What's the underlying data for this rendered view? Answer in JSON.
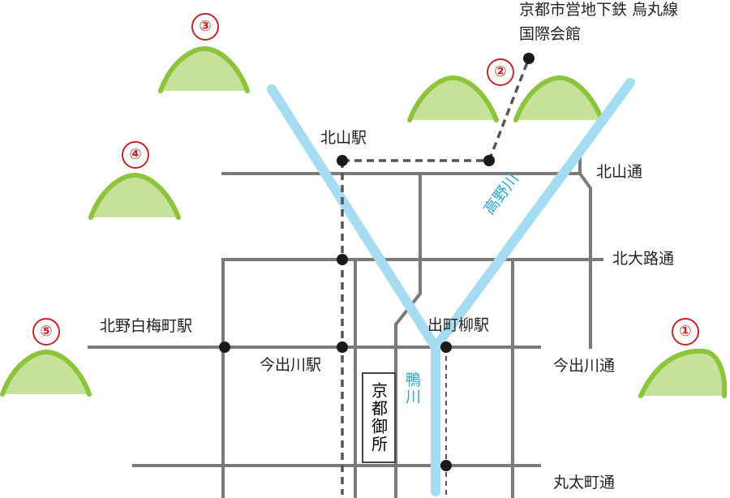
{
  "colors": {
    "road": "#7a7a7a",
    "river": "#a6dcf2",
    "mountain_fill": "#c6e29a",
    "mountain_stroke": "#8cc43c",
    "station": "#1a1a1a",
    "subway_line": "#555555",
    "badge": "#c0262c",
    "river_text": "#2aa7cf"
  },
  "landmark": {
    "line1": "京都市営地下鉄 烏丸線",
    "line2": "国際会館"
  },
  "stations": {
    "kitayama": "北山駅",
    "demachiyanagi": "出町柳駅",
    "imadegawa": "今出川駅",
    "kitanohakubaicho": "北野白梅町駅"
  },
  "streets": {
    "kitayama_dori": "北山通",
    "kitaoji_dori": "北大路通",
    "imadegawa_dori": "今出川通",
    "marutamachi_dori": "丸太町通"
  },
  "rivers": {
    "takano": "高野川",
    "kamo": "鴨川"
  },
  "gosho": "京都御所",
  "mountains": [
    "①",
    "②",
    "③",
    "④",
    "⑤"
  ]
}
